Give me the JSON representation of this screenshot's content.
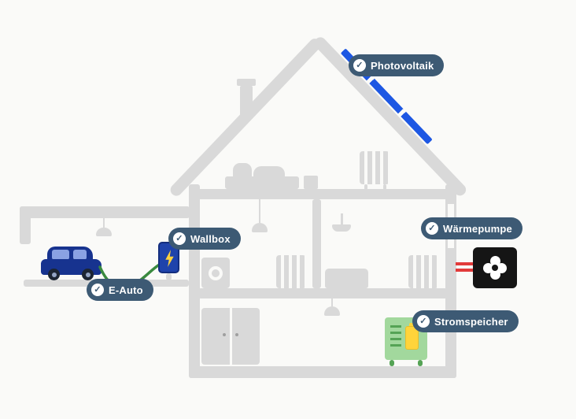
{
  "colors": {
    "background": "#fafaf8",
    "structure_gray": "#d9d9d9",
    "label_background": "#3d5a74",
    "label_text": "#ffffff",
    "solar_blue": "#1d57e3",
    "car_blue": "#17338f",
    "car_window": "#8aa2e3",
    "wallbox_blue": "#1f43ab",
    "wallbox_border": "#142e7e",
    "cable_green": "#3a8a3f",
    "bolt_yellow": "#ffd23d",
    "battery_green": "#a2d89d",
    "battery_line_green": "#55a355",
    "battery_yellow": "#ffd43b",
    "heatpump_black": "#151515",
    "pipe_red": "#e23b3b"
  },
  "icons": {
    "check": "✓"
  },
  "labels": {
    "photovoltaik": {
      "text": "Photovoltaik"
    },
    "wallbox": {
      "text": "Wallbox"
    },
    "eauto": {
      "text": "E-Auto"
    },
    "waermepumpe": {
      "text": "Wärmepumpe"
    },
    "stromspeicher": {
      "text": "Stromspeicher"
    }
  }
}
